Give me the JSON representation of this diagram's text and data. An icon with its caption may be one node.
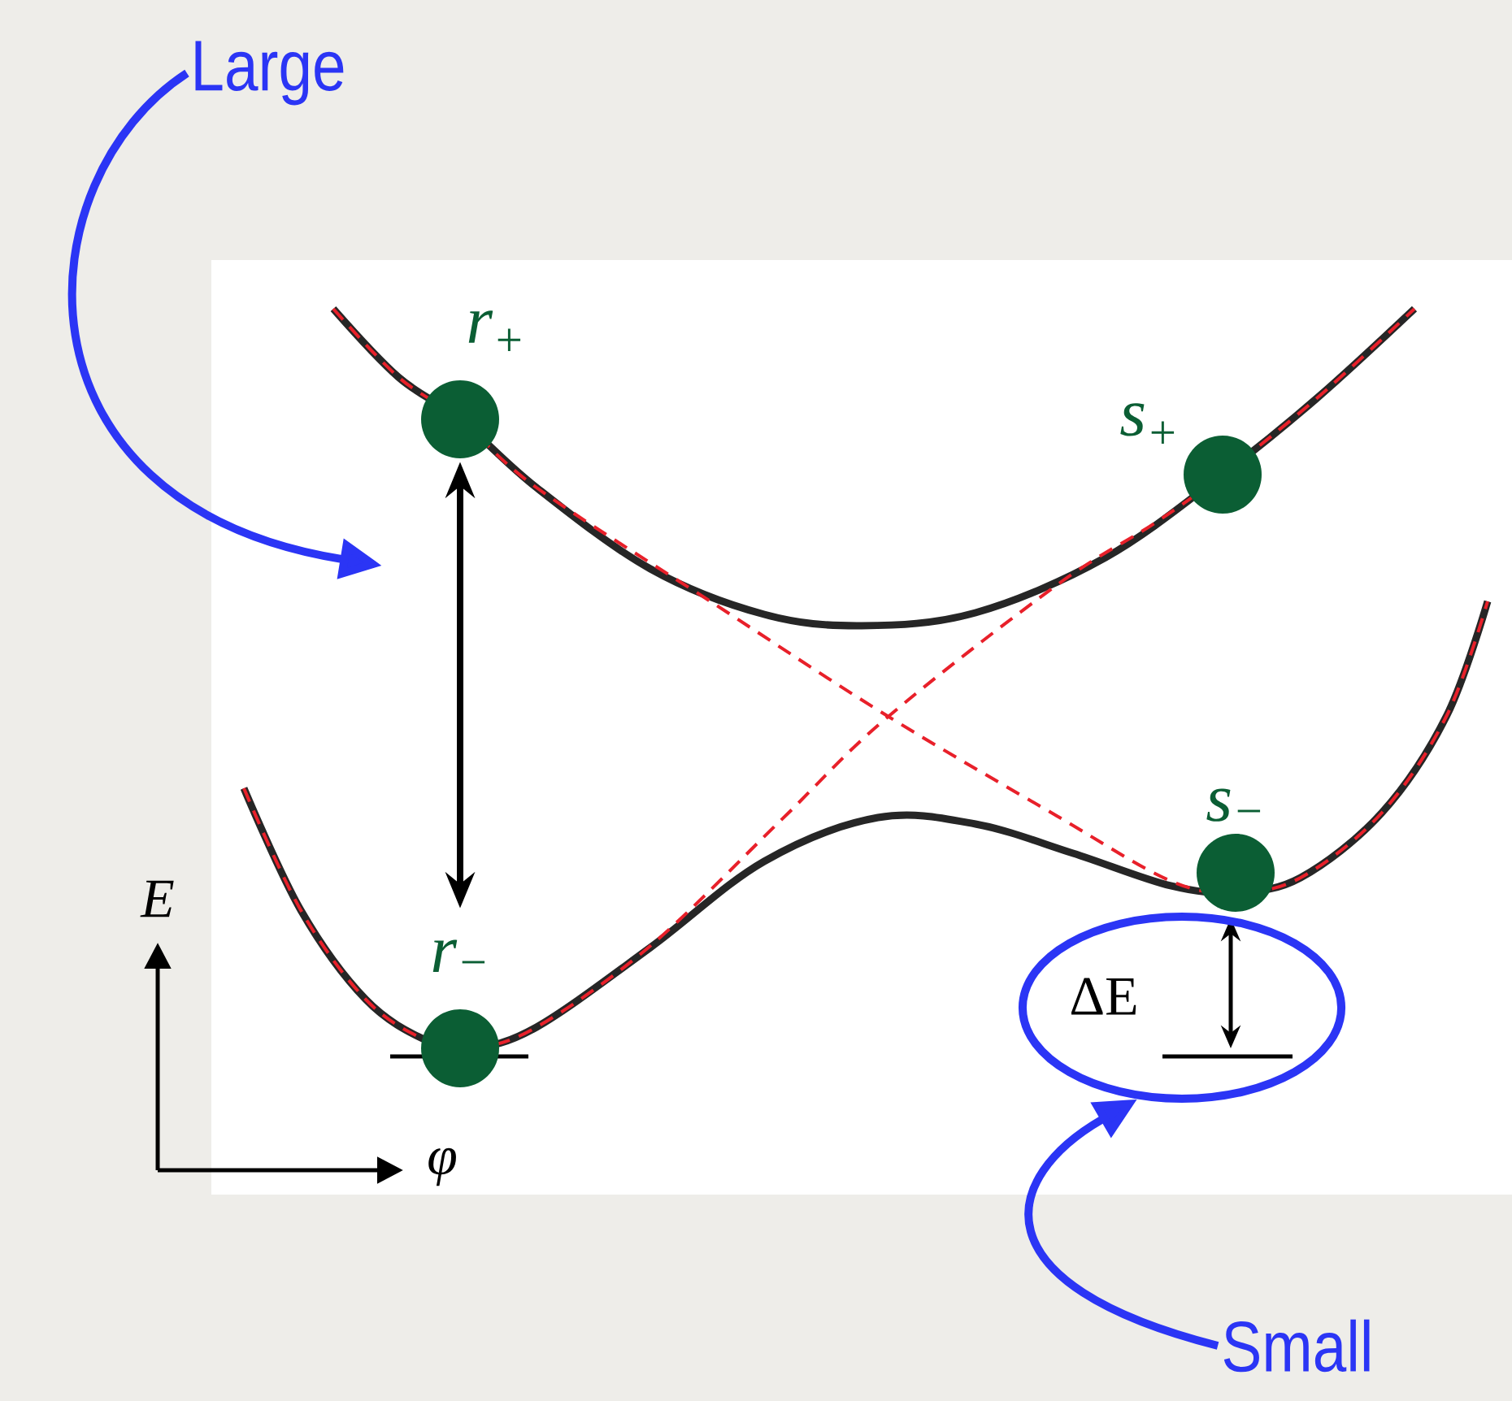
{
  "diagram": {
    "nodes": [
      {
        "text": [
          "Large"
        ]
      },
      {
        "text": [
          "ΔE"
        ]
      },
      {
        "text": [
          "Small"
        ]
      },
      {
        "text": [],
        "shape": "circle",
        "beside": [
          "r$_{+}$"
        ]
      },
      {
        "text": [],
        "shape": "circle",
        "beside": [
          "s$_{+}$"
        ]
      },
      {
        "text": [],
        "shape": "circle",
        "beside": [
          "r$_{−}$"
        ]
      },
      {
        "text": [],
        "shape": "circle",
        "beside": [
          "s$_{−}$"
        ]
      }
    ],
    "edges": [
      {
        "from": 0,
        "to": null,
        "arrow": "to"
      },
      {
        "from": 2,
        "to": 1,
        "arrow": "to"
      },
      {
        "from": 3,
        "to": 5,
        "arrow": "both",
        "color": "#000000"
      }
    ],
    "labels": [
      "E",
      "φ"
    ]
  }
}
